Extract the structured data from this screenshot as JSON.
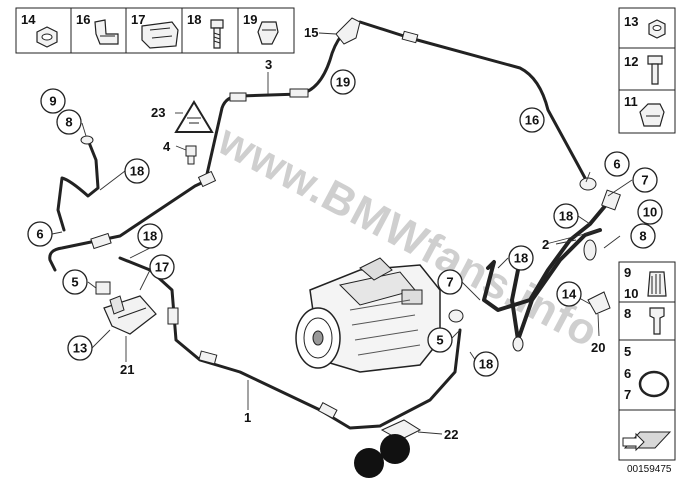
{
  "header_parts": [
    "14",
    "16",
    "17",
    "18",
    "19"
  ],
  "right_parts": [
    "13",
    "12",
    "11"
  ],
  "right_lower": {
    "a": "9",
    "b": "10",
    "c": "8",
    "d": "5",
    "e": "6",
    "f": "7"
  },
  "callouts": {
    "c1": "9",
    "c2": "8",
    "c3": "18",
    "c4": "6",
    "c5": "19",
    "c6": "16",
    "c7": "6",
    "c8": "7",
    "c9": "18",
    "c10": "10",
    "c11": "8",
    "c12": "18",
    "c13": "17",
    "c14": "5",
    "c15": "13",
    "c16": "7",
    "c17": "18",
    "c18": "14",
    "c19": "5",
    "c20": "18"
  },
  "labels": {
    "l1": "15",
    "l2": "3",
    "l3": "23",
    "l4": "4",
    "l5": "2",
    "l6": "20",
    "l7": "21",
    "l8": "1",
    "l9": "22"
  },
  "watermark": "www.BMWfans.info",
  "image_code": "00159475"
}
